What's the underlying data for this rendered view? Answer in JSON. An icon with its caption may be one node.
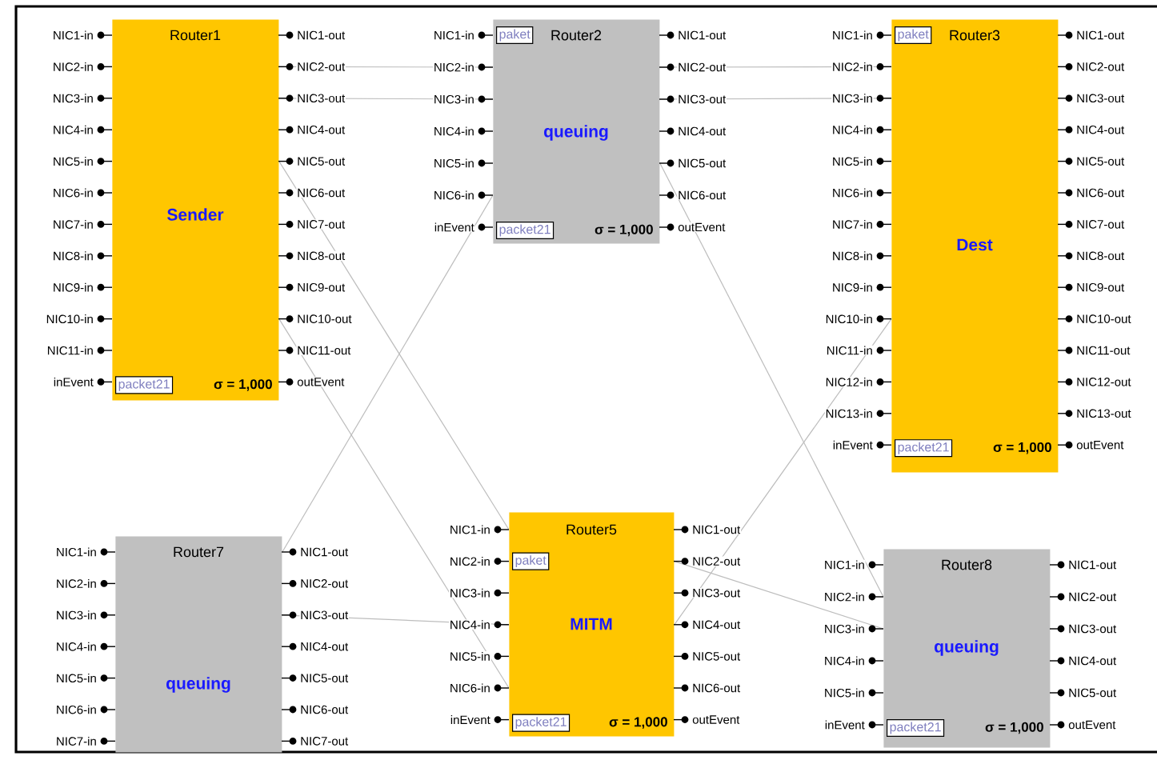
{
  "diagram": {
    "nodes": [
      {
        "text": [
          "Router1",
          "Sender",
          "σ = 1,000"
        ],
        "beside": [
          "NIC1-in",
          "NIC2-in",
          "NIC3-in",
          "NIC4-in",
          "NIC5-in",
          "NIC6-in",
          "NIC7-in",
          "NIC8-in",
          "NIC9-in",
          "NIC10-in",
          "NIC11-in",
          "inEvent",
          "NIC1-out",
          "NIC2-out",
          "NIC3-out",
          "NIC4-out",
          "NIC5-out",
          "NIC6-out",
          "NIC7-out",
          "NIC8-out",
          "NIC9-out",
          "NIC10-out",
          "NIC11-out",
          "outEvent"
        ]
      },
      {
        "text": [
          "packet21"
        ],
        "in": 0
      },
      {
        "text": [
          "Router2",
          "queuing",
          "σ = 1,000"
        ],
        "beside": [
          "NIC1-in",
          "NIC2-in",
          "NIC3-in",
          "NIC4-in",
          "NIC5-in",
          "NIC6-in",
          "inEvent",
          "NIC1-out",
          "NIC2-out",
          "NIC3-out",
          "NIC4-out",
          "NIC5-out",
          "NIC6-out",
          "outEvent"
        ]
      },
      {
        "text": [
          "paket"
        ],
        "in": 2
      },
      {
        "text": [
          "packet21"
        ],
        "in": 2
      },
      {
        "text": [
          "Router3",
          "Dest",
          "σ = 1,000"
        ],
        "beside": [
          "NIC1-in",
          "NIC2-in",
          "NIC3-in",
          "NIC4-in",
          "NIC5-in",
          "NIC6-in",
          "NIC7-in",
          "NIC8-in",
          "NIC9-in",
          "NIC10-in",
          "NIC11-in",
          "NIC12-in",
          "NIC13-in",
          "inEvent",
          "NIC1-out",
          "NIC2-out",
          "NIC3-out",
          "NIC4-out",
          "NIC5-out",
          "NIC6-out",
          "NIC7-out",
          "NIC8-out",
          "NIC9-out",
          "NIC10-out",
          "NIC11-out",
          "NIC12-out",
          "NIC13-out",
          "outEvent"
        ]
      },
      {
        "text": [
          "paket"
        ],
        "in": 5
      },
      {
        "text": [
          "packet21"
        ],
        "in": 5
      },
      {
        "text": [
          "Router7",
          "queuing"
        ],
        "beside": [
          "NIC1-in",
          "NIC2-in",
          "NIC3-in",
          "NIC4-in",
          "NIC5-in",
          "NIC6-in",
          "NIC7-in",
          "NIC1-out",
          "NIC2-out",
          "NIC3-out",
          "NIC4-out",
          "NIC5-out",
          "NIC6-out",
          "NIC7-out"
        ]
      },
      {
        "text": [
          "Router5",
          "MITM",
          "σ = 1,000"
        ],
        "beside": [
          "NIC1-in",
          "NIC2-in",
          "NIC3-in",
          "NIC4-in",
          "NIC5-in",
          "NIC6-in",
          "inEvent",
          "NIC1-out",
          "NIC2-out",
          "NIC3-out",
          "NIC4-out",
          "NIC5-out",
          "NIC6-out",
          "outEvent"
        ]
      },
      {
        "text": [
          "paket"
        ],
        "in": 9
      },
      {
        "text": [
          "packet21"
        ],
        "in": 9
      },
      {
        "text": [
          "Router8",
          "queuing",
          "σ = 1,000"
        ],
        "beside": [
          "NIC1-in",
          "NIC2-in",
          "NIC3-in",
          "NIC4-in",
          "NIC5-in",
          "inEvent",
          "NIC1-out",
          "NIC2-out",
          "NIC3-out",
          "NIC4-out",
          "NIC5-out",
          "outEvent"
        ]
      },
      {
        "text": [
          "packet21"
        ],
        "in": 12
      }
    ],
    "edges": [
      {
        "from": 0,
        "to": 2,
        "arrow": "none"
      },
      {
        "from": 0,
        "to": 2,
        "arrow": "none"
      },
      {
        "from": 0,
        "to": 9,
        "arrow": "none"
      },
      {
        "from": 0,
        "to": 9,
        "arrow": "none"
      },
      {
        "from": 2,
        "to": 5,
        "arrow": "none"
      },
      {
        "from": 2,
        "to": 5,
        "arrow": "none"
      },
      {
        "from": 2,
        "to": 12,
        "arrow": "none"
      },
      {
        "from": 9,
        "to": 12,
        "arrow": "none"
      },
      {
        "from": 9,
        "to": 5,
        "arrow": "none"
      },
      {
        "from": 8,
        "to": 9,
        "arrow": "none"
      },
      {
        "from": 8,
        "to": 2,
        "arrow": "none"
      }
    ]
  }
}
